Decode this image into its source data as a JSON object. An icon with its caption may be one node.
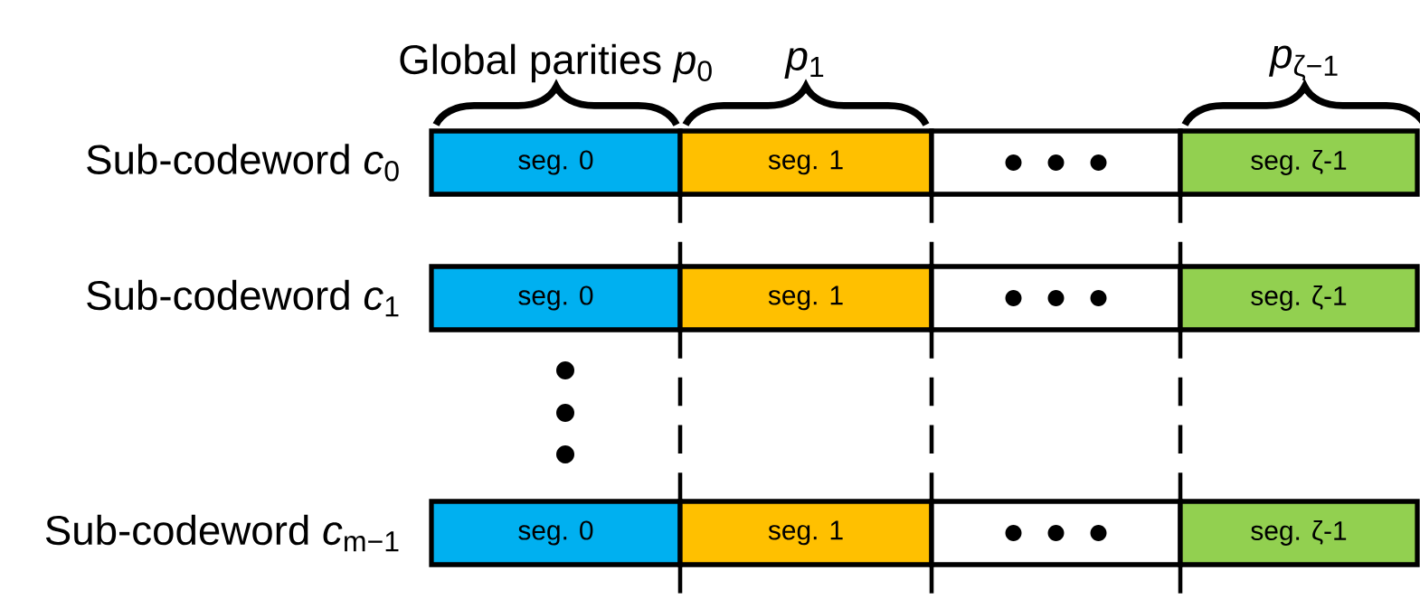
{
  "diagram": {
    "nodes": [
      {
        "text": [
          "seg. 0"
        ]
      },
      {
        "text": [
          "seg. 1"
        ]
      },
      {
        "text": [],
        "shape": "box"
      },
      {
        "text": [
          "seg. ζ-1"
        ]
      },
      {
        "text": [
          "seg. 0"
        ]
      },
      {
        "text": [
          "seg. 1"
        ]
      },
      {
        "text": [],
        "shape": "box"
      },
      {
        "text": [
          "seg. ζ-1"
        ]
      },
      {
        "text": [
          "seg. 0"
        ]
      },
      {
        "text": [
          "seg. 1"
        ]
      },
      {
        "text": [],
        "shape": "box"
      },
      {
        "text": [
          "seg. ζ-1"
        ]
      }
    ],
    "labels": [
      "Global parities *p*$_{0}$",
      "*p*$_{1}$",
      "*p*$_{ζ−1}$",
      "Sub-codeword *c*$_{0}$",
      "Sub-codeword *c*$_{1}$",
      "Sub-codeword *c*$_{m−1}$"
    ]
  }
}
